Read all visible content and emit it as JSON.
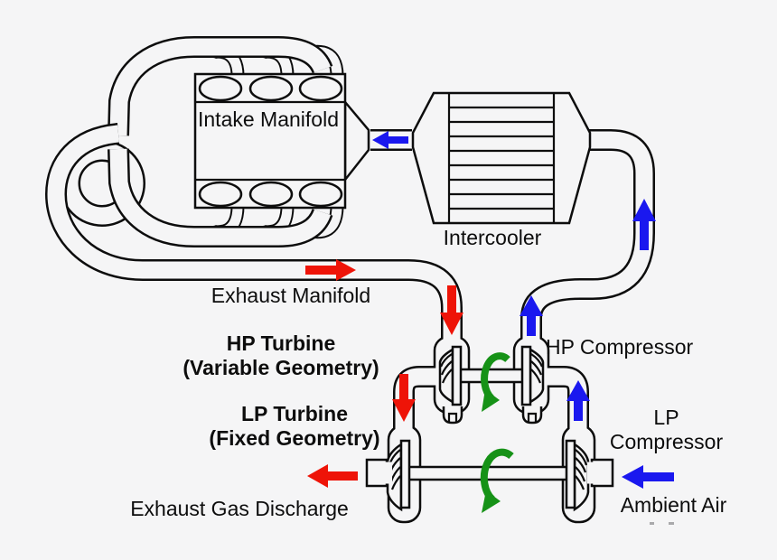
{
  "diagram": {
    "title": "Two-stage turbocharging system schematic",
    "background": "#f5f5f6",
    "line_color": "#0d0d0d",
    "colors": {
      "exhaust": "#ee1408",
      "air": "#1a18ef",
      "rotation": "#169217"
    },
    "labels": {
      "intake_manifold": "Intake Manifold",
      "intercooler": "Intercooler",
      "exhaust_manifold": "Exhaust Manifold",
      "hp_turbine_line1": "HP Turbine",
      "hp_turbine_line2": "(Variable Geometry)",
      "hp_compressor": "HP Compressor",
      "lp_turbine_line1": "LP Turbine",
      "lp_turbine_line2": "(Fixed Geometry)",
      "lp_compressor_line1": "LP",
      "lp_compressor_line2": "Compressor",
      "exhaust_gas_discharge": "Exhaust Gas Discharge",
      "ambient_air": "Ambient Air"
    },
    "arrows": {
      "red_exhaust": [
        "right along exhaust manifold",
        "down into HP turbine",
        "down into LP turbine",
        "left exhaust gas discharge"
      ],
      "blue_air": [
        "left into intake manifold",
        "up to intercooler",
        "up out of HP compressor",
        "up out of LP compressor",
        "left ambient air intake"
      ],
      "green_rotation": [
        "HP shaft rotation",
        "LP shaft rotation"
      ]
    }
  }
}
